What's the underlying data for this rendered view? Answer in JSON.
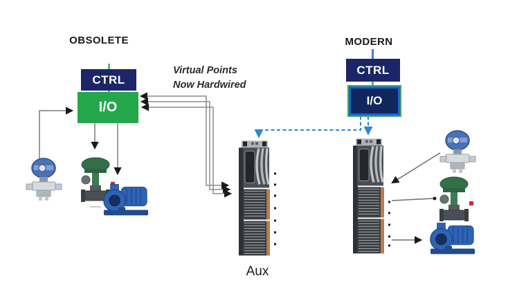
{
  "left": {
    "title": "OBSOLETE",
    "ctrl_label": "CTRL",
    "io_label": "I/O",
    "devices": [
      "pressure-transmitter",
      "control-valve",
      "pump"
    ]
  },
  "right": {
    "title": "MODERN",
    "ctrl_label": "CTRL",
    "io_label": "I/O",
    "devices": [
      "pressure-transmitter",
      "control-valve",
      "pump"
    ]
  },
  "annotation": {
    "line1": "Virtual Points",
    "line2": "Now Hardwired"
  },
  "aux": {
    "label": "Aux"
  },
  "racks": [
    "aux-io-rack",
    "remote-io-rack"
  ],
  "colors": {
    "ctrl_navy": "#1B2567",
    "io_green": "#23A74A",
    "modern_io_fill": "#12265E",
    "modern_io_border_blue": "#1565D8",
    "modern_io_border_green": "#46A85A",
    "dashed_network_blue": "#2E86D6",
    "wire_gray": "#7A7A7A",
    "arrow_black": "#1A1A1A",
    "valve_alarm_red": "#CC2B2B"
  }
}
